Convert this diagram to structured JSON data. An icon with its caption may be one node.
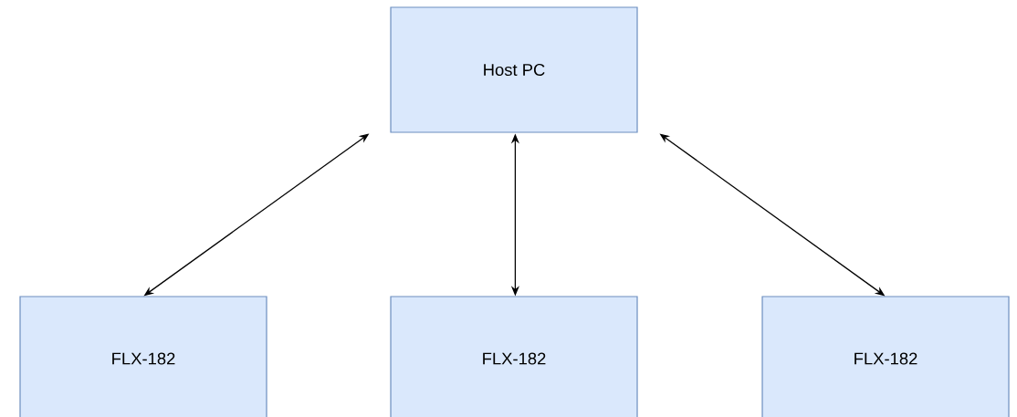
{
  "diagram": {
    "nodes": [
      {
        "text": [
          "Host PC"
        ]
      },
      {
        "text": [
          "FLX-182"
        ]
      },
      {
        "text": [
          "FLX-182"
        ]
      },
      {
        "text": [
          "FLX-182"
        ]
      }
    ],
    "edges": [
      {
        "from": 0,
        "to": 1,
        "arrow": "both"
      },
      {
        "from": 0,
        "to": 2,
        "arrow": "both"
      },
      {
        "from": 0,
        "to": 3,
        "arrow": "both"
      }
    ]
  }
}
